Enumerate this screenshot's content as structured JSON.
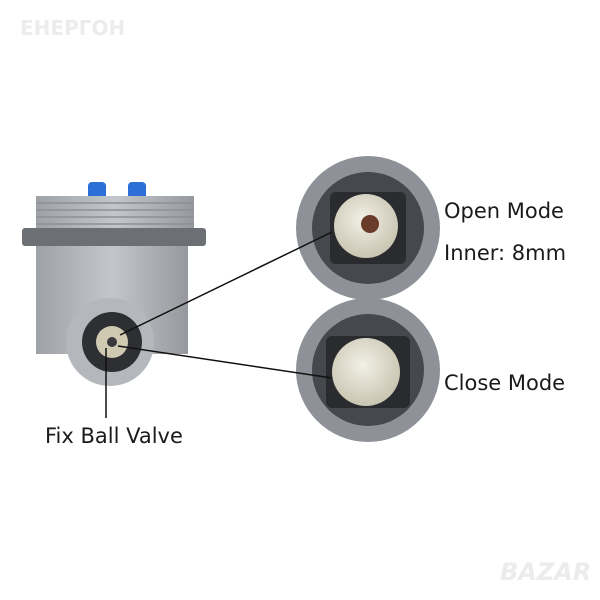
{
  "watermarks": {
    "top_left": "ЕНЕРГОН",
    "bottom_right": "BAZAR"
  },
  "labels": {
    "open_mode": "Open Mode",
    "inner": "Inner: 8mm",
    "close_mode": "Close Mode",
    "fix_ball_valve": "Fix Ball Valve"
  },
  "colors": {
    "housing": "#a9acb0",
    "knob": "#2c6fd6",
    "ball": "#e3e0d0"
  }
}
